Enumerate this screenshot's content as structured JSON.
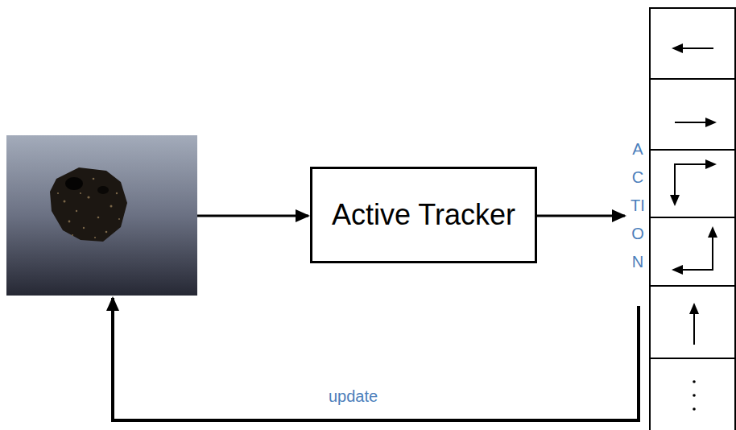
{
  "diagram": {
    "nodes": [
      {
        "text": [
          "Active Tracker"
        ]
      }
    ],
    "labels": [
      "ACTION",
      "update"
    ]
  }
}
